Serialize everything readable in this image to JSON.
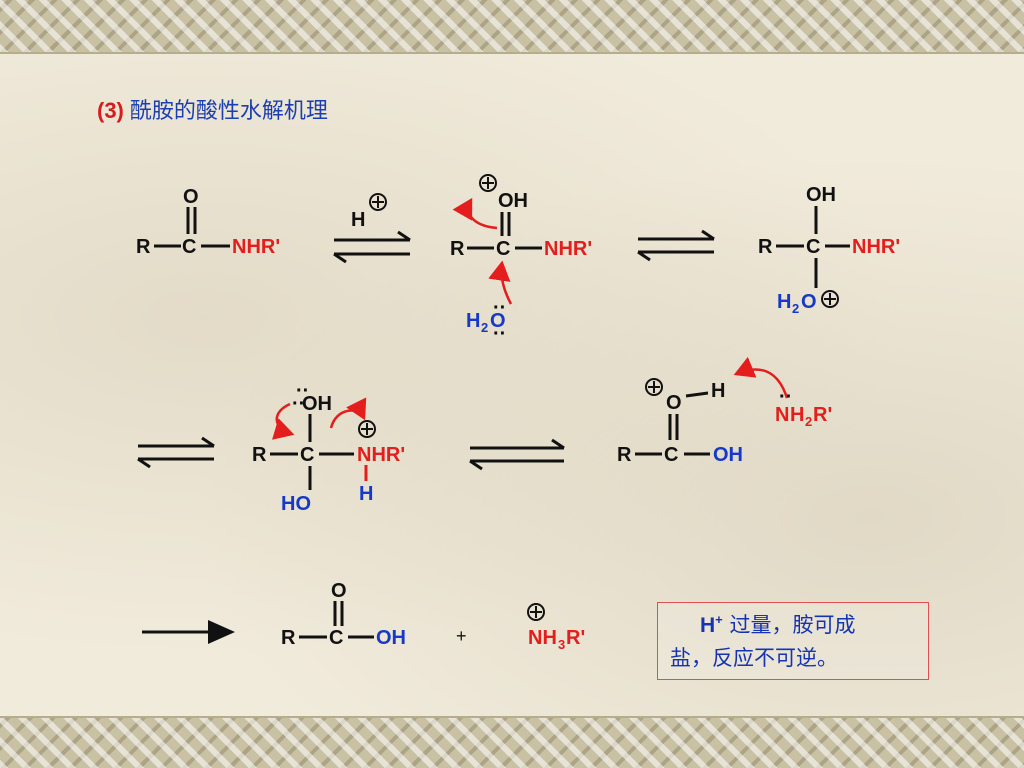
{
  "title": {
    "number": "(3)",
    "text": "酰胺的酸性水解机理"
  },
  "labels": {
    "O": "O",
    "OH": "OH",
    "R": "R",
    "C": "C",
    "NHR": "NHR'",
    "H": "H",
    "H2O_H": "H",
    "H2O_2": "2",
    "H2O_O": "O",
    "HO": "HO",
    "N": "N",
    "H2R": "H",
    "two": "2",
    "Rp": "R'",
    "NH3_N": "NH",
    "NH3_3": "3",
    "NH3_R": "R'",
    "plus_ring": "+",
    "plus": "+",
    "dots": "··"
  },
  "note": {
    "line1_h": "H",
    "line1_sup": "+",
    "line1_text": " 过量，胺可成",
    "line2_text": "盐，反应不可逆。"
  },
  "colors": {
    "red": "#e41d1d",
    "blue": "#1639c8",
    "black": "#111111"
  }
}
